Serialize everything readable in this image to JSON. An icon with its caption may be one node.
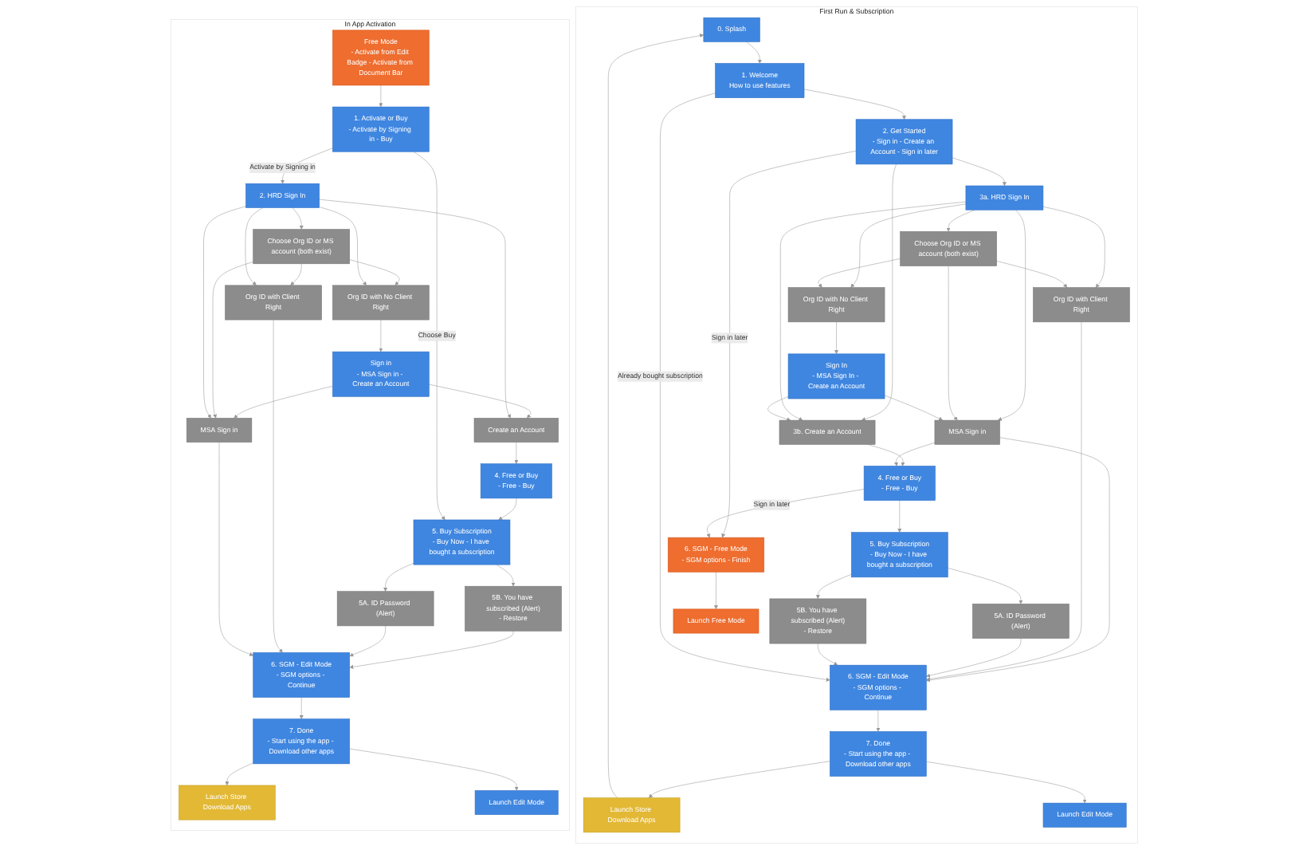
{
  "diagram": {
    "nodes": [
      {
        "text": [
          "First Run & Subscription"
        ]
      },
      {
        "text": [
          "0. Splash"
        ],
        "in": 0
      },
      {
        "text": [
          "1. Welcome",
          "How to use features"
        ],
        "in": 0
      },
      {
        "text": [
          "2. Get Started",
          "- Sign in - Create an Account - Sign in later"
        ],
        "in": 0
      },
      {
        "text": [
          "Choose Org ID or MS account (both exist)"
        ],
        "in": 0
      },
      {
        "text": [
          "3a. HRD Sign In"
        ],
        "in": 0
      },
      {
        "text": [
          "3b. Create an Account"
        ],
        "in": 0
      },
      {
        "text": [
          "MSA Sign in"
        ],
        "in": 0
      },
      {
        "text": [
          "Org ID with Client Right"
        ],
        "in": 0
      },
      {
        "text": [
          "Org ID with No Client Right"
        ],
        "in": 0
      },
      {
        "text": [
          "Sign In",
          "- MSA Sign In - Create an Account"
        ],
        "in": 0
      },
      {
        "text": [
          "4. Free or Buy",
          "- Free - Buy"
        ],
        "in": 0
      },
      {
        "text": [
          "5. Buy Subscription",
          "- Buy Now - I have bought a subscription"
        ],
        "in": 0
      },
      {
        "text": [
          "5B. You have subscribed (Alert)",
          "- Restore"
        ],
        "in": 0
      },
      {
        "text": [
          "5A. ID Password (Alert)"
        ],
        "in": 0
      },
      {
        "text": [
          "6. SGM - Free Mode",
          "- SGM options - Finish"
        ],
        "in": 0
      },
      {
        "text": [
          "6. SGM - Edit Mode",
          "- SGM options - Continue"
        ],
        "in": 0
      },
      {
        "text": [
          "7. Done",
          "- Start using the app - Download other apps"
        ],
        "in": 0
      },
      {
        "text": [
          "Launch Store Download Apps"
        ],
        "in": 0
      },
      {
        "text": [
          "Launch Free Mode"
        ],
        "in": 0
      },
      {
        "text": [
          "Launch Edit Mode"
        ],
        "in": 0
      },
      {
        "text": [
          "In App Activation"
        ]
      },
      {
        "text": [
          "Free Mode",
          "- Activate from Edit Badge - Activate from Document Bar"
        ],
        "in": 21
      },
      {
        "text": [
          "1. Activate or Buy",
          "- Activate by Signing in - Buy"
        ],
        "in": 21
      },
      {
        "text": [
          "Choose Org ID or MS account (both exist)"
        ],
        "in": 21
      },
      {
        "text": [
          "2. HRD Sign In"
        ],
        "in": 21
      },
      {
        "text": [
          "Create an Account"
        ],
        "in": 21
      },
      {
        "text": [
          "MSA Sign in"
        ],
        "in": 21
      },
      {
        "text": [
          "Org ID with Client Right"
        ],
        "in": 21
      },
      {
        "text": [
          "Org ID with No Client Right"
        ],
        "in": 21
      },
      {
        "text": [
          "Sign in",
          "- MSA Sign in - Create an Account"
        ],
        "in": 21
      },
      {
        "text": [
          "4. Free or Buy",
          "- Free - Buy"
        ],
        "in": 21
      },
      {
        "text": [
          "5. Buy Subscription",
          "- Buy Now - I have bought a subscription"
        ],
        "in": 21
      },
      {
        "text": [
          "5B. You have subscribed (Alert)",
          "- Restore"
        ],
        "in": 21
      },
      {
        "text": [
          "5A. ID Password (Alert)"
        ],
        "in": 21
      },
      {
        "text": [
          "6. SGM - Edit Mode",
          "- SGM options - Continue"
        ],
        "in": 21
      },
      {
        "text": [
          "7. Done",
          "- Start using the app - Download other apps"
        ],
        "in": 21
      },
      {
        "text": [
          "Launch Store Download Apps"
        ],
        "in": 21
      },
      {
        "text": [
          "Launch Edit Mode"
        ],
        "in": 21
      }
    ],
    "edges": [
      {
        "from": 1,
        "to": 2,
        "arrow": "to"
      },
      {
        "from": 2,
        "to": 3,
        "arrow": "to"
      },
      {
        "from": 3,
        "to": 5,
        "arrow": "to"
      },
      {
        "from": 3,
        "to": 6,
        "arrow": "to"
      },
      {
        "from": 3,
        "to": 15,
        "arrow": "to",
        "label": "Sign in later"
      },
      {
        "from": 5,
        "to": 4,
        "arrow": "to"
      },
      {
        "from": 5,
        "to": 6,
        "arrow": "to"
      },
      {
        "from": 5,
        "to": 7,
        "arrow": "to"
      },
      {
        "from": 5,
        "to": 8,
        "arrow": "to"
      },
      {
        "from": 5,
        "to": 9,
        "arrow": "to"
      },
      {
        "from": 4,
        "to": 7,
        "arrow": "to"
      },
      {
        "from": 4,
        "to": 8,
        "arrow": "to"
      },
      {
        "from": 4,
        "to": 9,
        "arrow": "to"
      },
      {
        "from": 9,
        "to": 10,
        "arrow": "to"
      },
      {
        "from": 10,
        "to": 7,
        "arrow": "to"
      },
      {
        "from": 10,
        "to": 6,
        "arrow": "to"
      },
      {
        "from": 6,
        "to": 11,
        "arrow": "to"
      },
      {
        "from": 7,
        "to": 11,
        "arrow": "to"
      },
      {
        "from": 7,
        "to": 16,
        "arrow": "to"
      },
      {
        "from": 8,
        "to": 16,
        "arrow": "to"
      },
      {
        "from": 11,
        "to": 12,
        "arrow": "to"
      },
      {
        "from": 11,
        "to": 15,
        "arrow": "to",
        "label": "Sign in later"
      },
      {
        "from": 12,
        "to": 13,
        "arrow": "to"
      },
      {
        "from": 12,
        "to": 14,
        "arrow": "to"
      },
      {
        "from": 14,
        "to": 16,
        "arrow": "to"
      },
      {
        "from": 13,
        "to": 16,
        "arrow": "to"
      },
      {
        "from": 2,
        "to": 16,
        "arrow": "to",
        "label": "Already bought subscription"
      },
      {
        "from": 16,
        "to": 17,
        "arrow": "to"
      },
      {
        "from": 17,
        "to": 18,
        "arrow": "to"
      },
      {
        "from": 17,
        "to": 20,
        "arrow": "to"
      },
      {
        "from": 15,
        "to": 19,
        "arrow": "to"
      },
      {
        "from": 18,
        "to": 1,
        "arrow": "to"
      },
      {
        "from": 22,
        "to": 23,
        "arrow": "to"
      },
      {
        "from": 23,
        "to": 25,
        "arrow": "to",
        "label": "Activate by Signing in"
      },
      {
        "from": 23,
        "to": 32,
        "arrow": "to",
        "label": "Choose Buy"
      },
      {
        "from": 25,
        "to": 24,
        "arrow": "to"
      },
      {
        "from": 25,
        "to": 26,
        "arrow": "to"
      },
      {
        "from": 25,
        "to": 27,
        "arrow": "to"
      },
      {
        "from": 25,
        "to": 28,
        "arrow": "to"
      },
      {
        "from": 25,
        "to": 29,
        "arrow": "to"
      },
      {
        "from": 24,
        "to": 27,
        "arrow": "to"
      },
      {
        "from": 24,
        "to": 28,
        "arrow": "to"
      },
      {
        "from": 24,
        "to": 29,
        "arrow": "to"
      },
      {
        "from": 29,
        "to": 30,
        "arrow": "to"
      },
      {
        "from": 30,
        "to": 27,
        "arrow": "to"
      },
      {
        "from": 30,
        "to": 26,
        "arrow": "to"
      },
      {
        "from": 26,
        "to": 31,
        "arrow": "to"
      },
      {
        "from": 27,
        "to": 35,
        "arrow": "to"
      },
      {
        "from": 28,
        "to": 35,
        "arrow": "to"
      },
      {
        "from": 31,
        "to": 32,
        "arrow": "to"
      },
      {
        "from": 32,
        "to": 33,
        "arrow": "to"
      },
      {
        "from": 32,
        "to": 34,
        "arrow": "to"
      },
      {
        "from": 34,
        "to": 35,
        "arrow": "to"
      },
      {
        "from": 33,
        "to": 35,
        "arrow": "to"
      },
      {
        "from": 35,
        "to": 36,
        "arrow": "to"
      },
      {
        "from": 36,
        "to": 37,
        "arrow": "to"
      },
      {
        "from": 36,
        "to": 38,
        "arrow": "to"
      }
    ]
  }
}
